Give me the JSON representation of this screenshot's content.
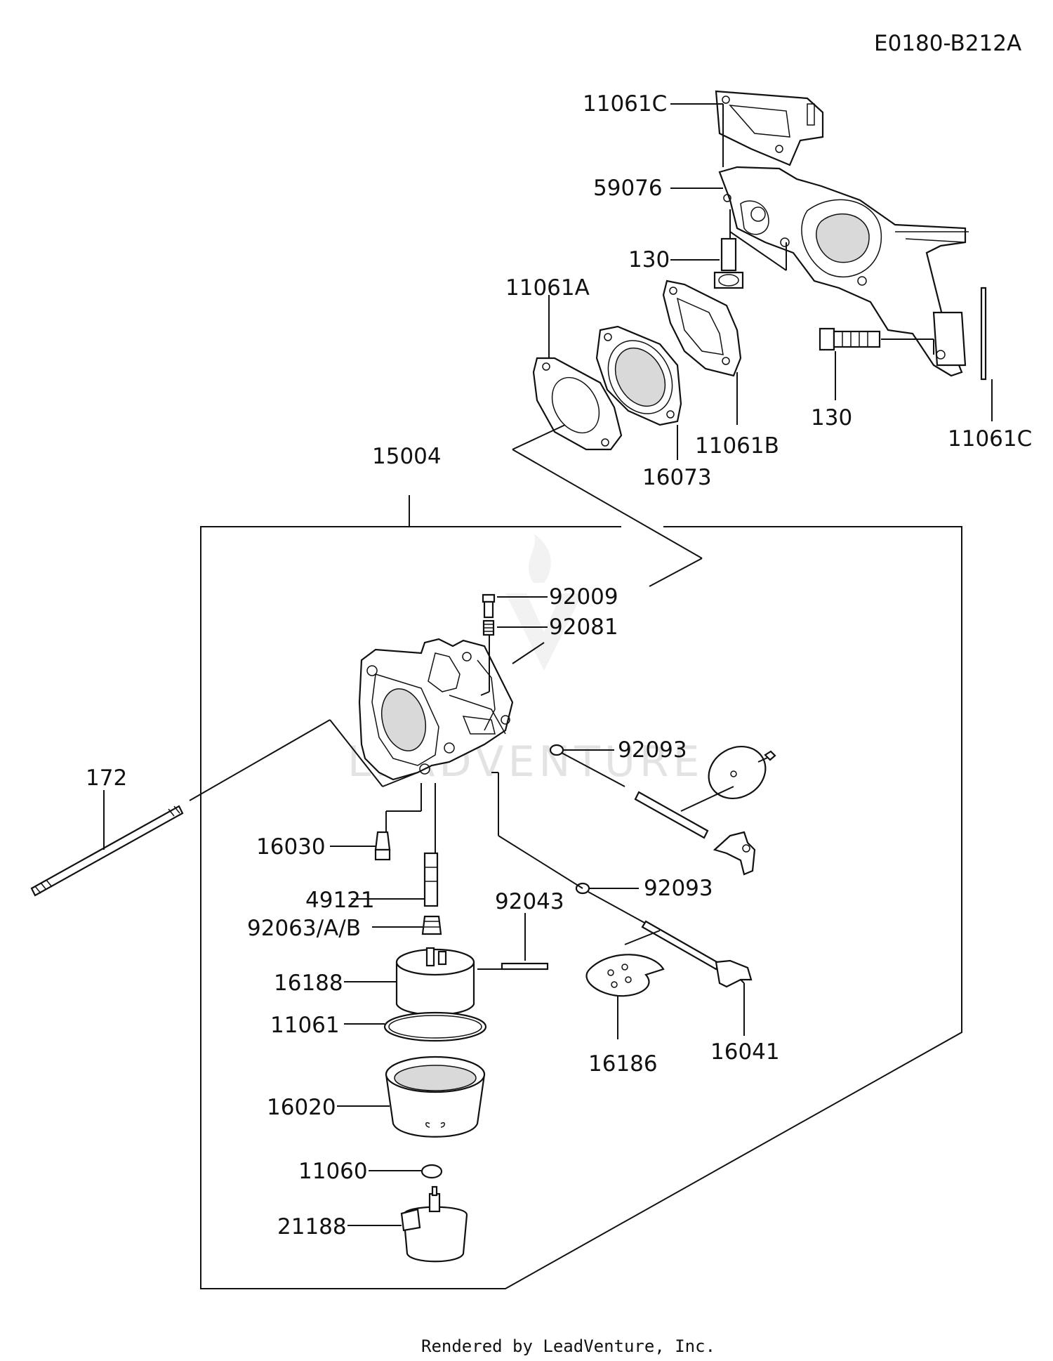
{
  "diagram_code": "E0180-B212A",
  "footer": "Rendered by LeadVenture, Inc.",
  "watermark": "LEADVENTURE",
  "part_labels": {
    "p11061C_top": "11061C",
    "p59076": "59076",
    "p130_a": "130",
    "p11061A": "11061A",
    "p130_b": "130",
    "p11061B": "11061B",
    "p11061C_right": "11061C",
    "p16073": "16073",
    "p15004": "15004",
    "p92009": "92009",
    "p92081": "92081",
    "p92093_a": "92093",
    "p172": "172",
    "p16030": "16030",
    "p92093_b": "92093",
    "p49121": "49121",
    "p92043": "92043",
    "p92063": "92063/A/B",
    "p16188": "16188",
    "p11061": "11061",
    "p16186": "16186",
    "p16041": "16041",
    "p16020": "16020",
    "p11060": "11060",
    "p21188": "21188"
  }
}
